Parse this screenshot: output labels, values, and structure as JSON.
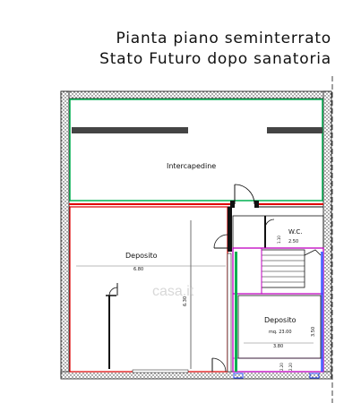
{
  "title": {
    "line1": "Pianta piano seminterrato",
    "line2": "Stato Futuro dopo sanatoria"
  },
  "rooms": {
    "intercapedine": {
      "label": "Intercapedine"
    },
    "deposito_main": {
      "label": "Deposito",
      "width": "6.80",
      "depth": "6.30"
    },
    "wc": {
      "label": "W.C.",
      "dim": "2.50",
      "dim2": "1.10"
    },
    "deposito_small": {
      "label": "Deposito",
      "area": "mq. 23.00",
      "width": "3.80",
      "depth": "3.50"
    }
  },
  "dims": {
    "d1": "2.20",
    "d2": "2.20"
  },
  "watermark": "casa.it",
  "colors": {
    "wall": "#111111",
    "green": "#00b050",
    "red": "#e00000",
    "magenta": "#c000c0",
    "blue": "#3050ff"
  }
}
